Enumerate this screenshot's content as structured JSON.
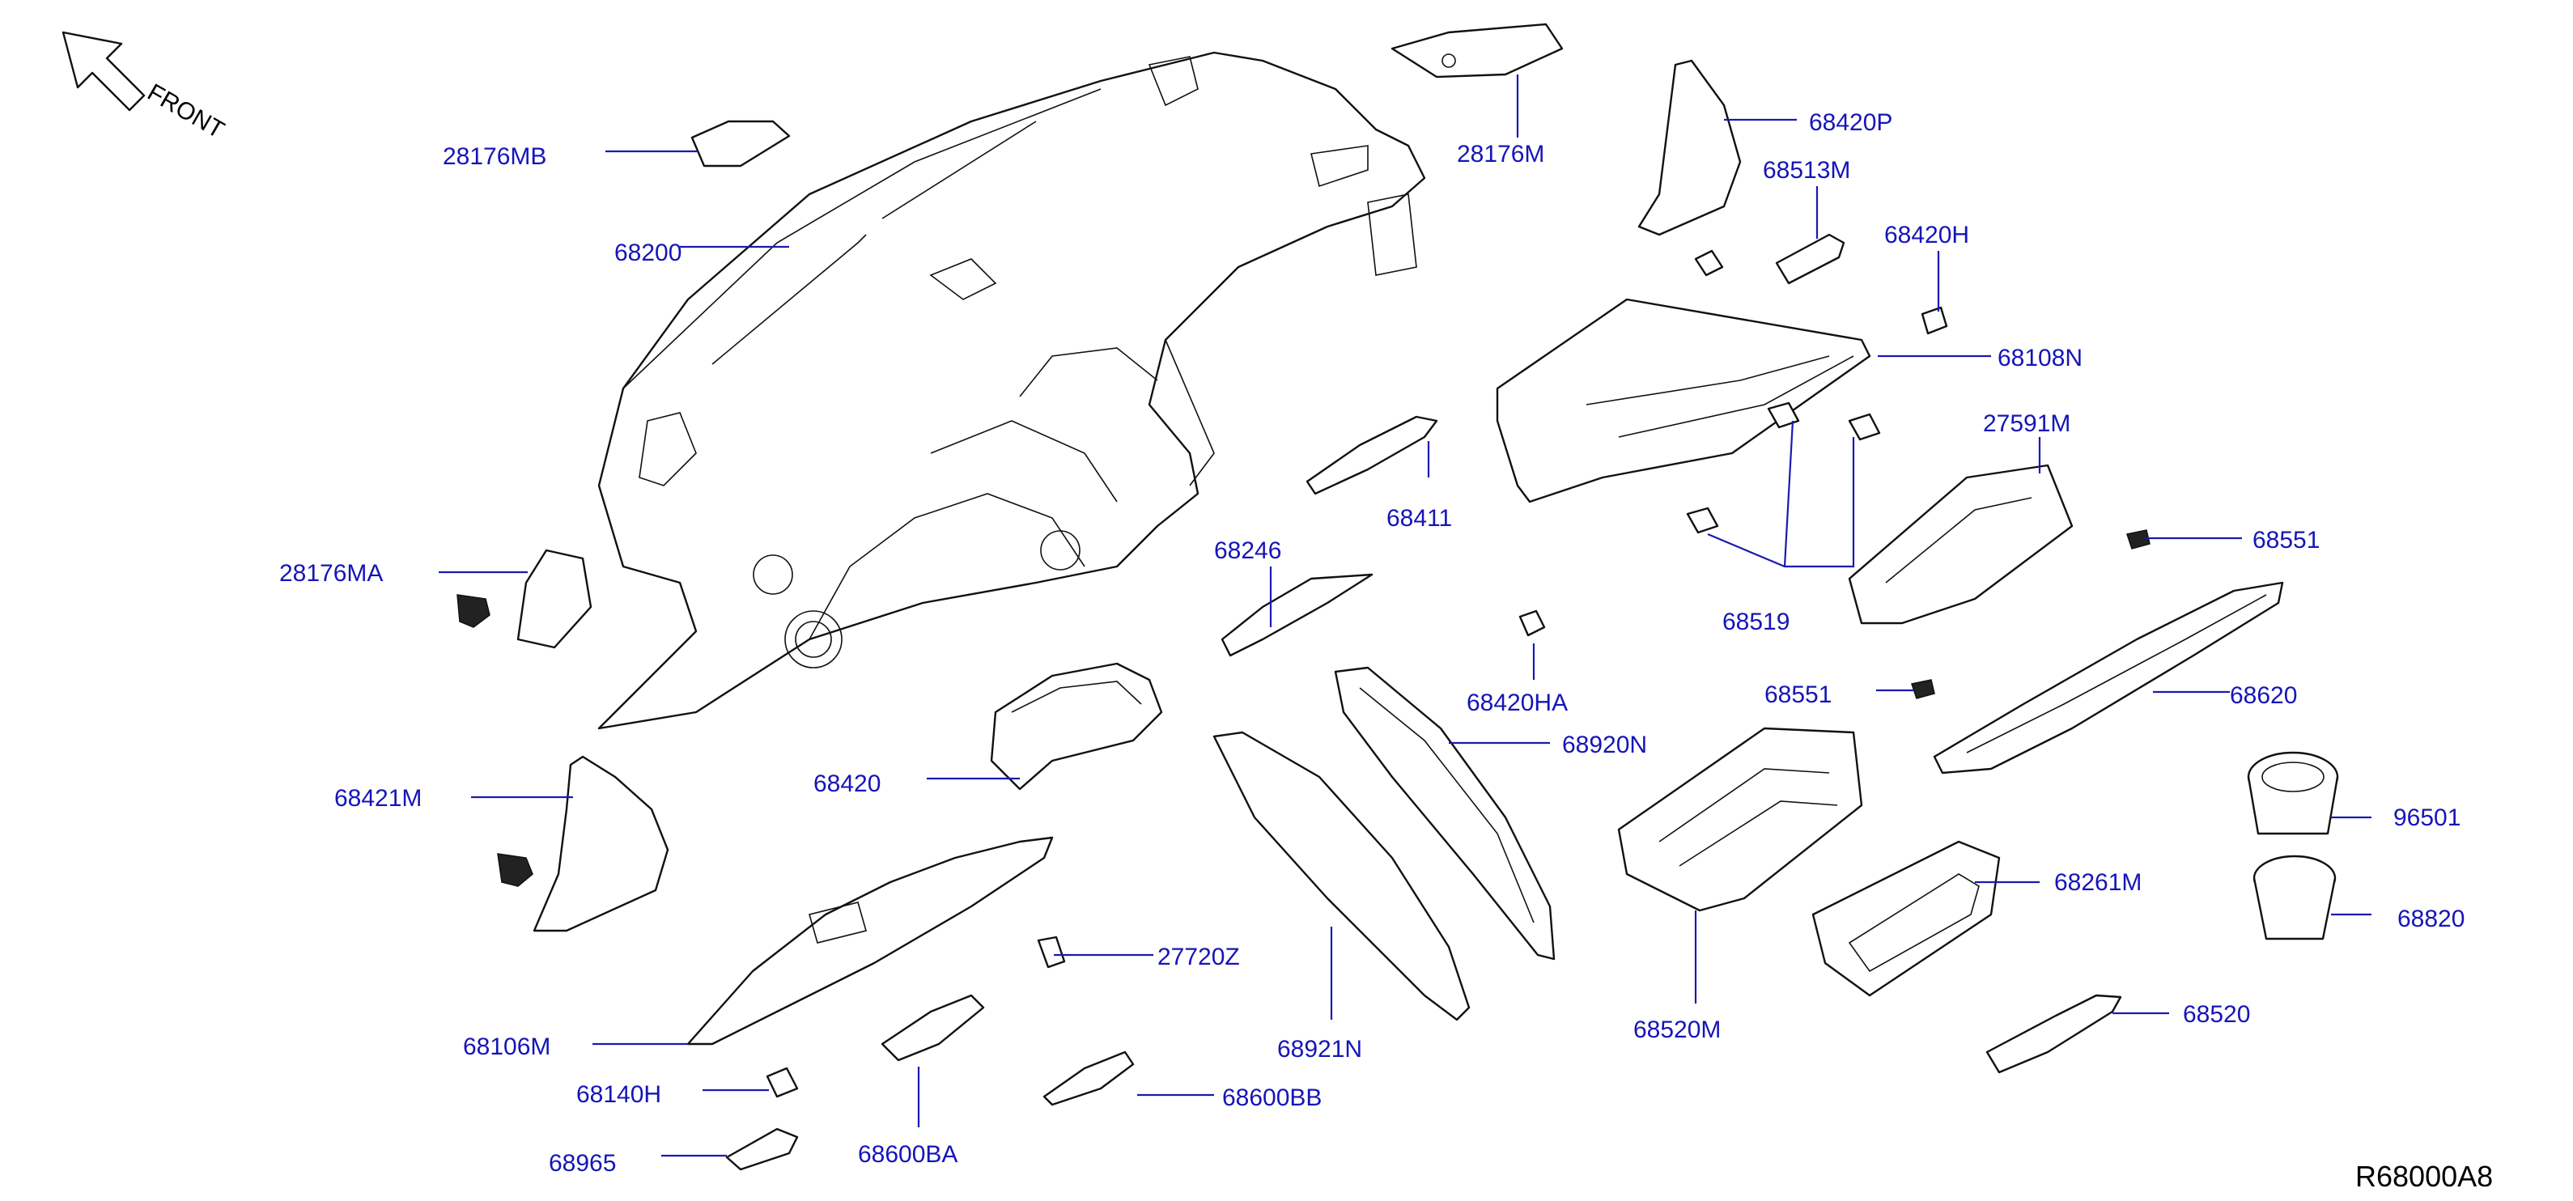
{
  "orientation": {
    "text": "FRONT",
    "icon": "arrow-up-left-icon"
  },
  "diagram_ref": "R68000A8",
  "colors": {
    "label": "#1515b8",
    "leader": "#1a1ab0",
    "line": "#111111"
  },
  "parts": {
    "p28176MB": "28176MB",
    "p68200": "68200",
    "p28176MA": "28176MA",
    "p68421M": "68421M",
    "p68420": "68420",
    "p68106M": "68106M",
    "p68140H": "68140H",
    "p68965": "68965",
    "p68600BA": "68600BA",
    "p27720Z": "27720Z",
    "p68600BB": "68600BB",
    "p68921N": "68921N",
    "p68246": "68246",
    "p68411": "68411",
    "p28176M": "28176M",
    "p68420P": "68420P",
    "p68513M": "68513M",
    "p68420H": "68420H",
    "p68108N": "68108N",
    "p68519": "68519",
    "p68420HA": "68420HA",
    "p68920N": "68920N",
    "p27591M": "27591M",
    "p68551a": "68551",
    "p68551b": "68551",
    "p68620": "68620",
    "p96501": "96501",
    "p68820": "68820",
    "p68520M": "68520M",
    "p68261M": "68261M",
    "p68520": "68520"
  }
}
